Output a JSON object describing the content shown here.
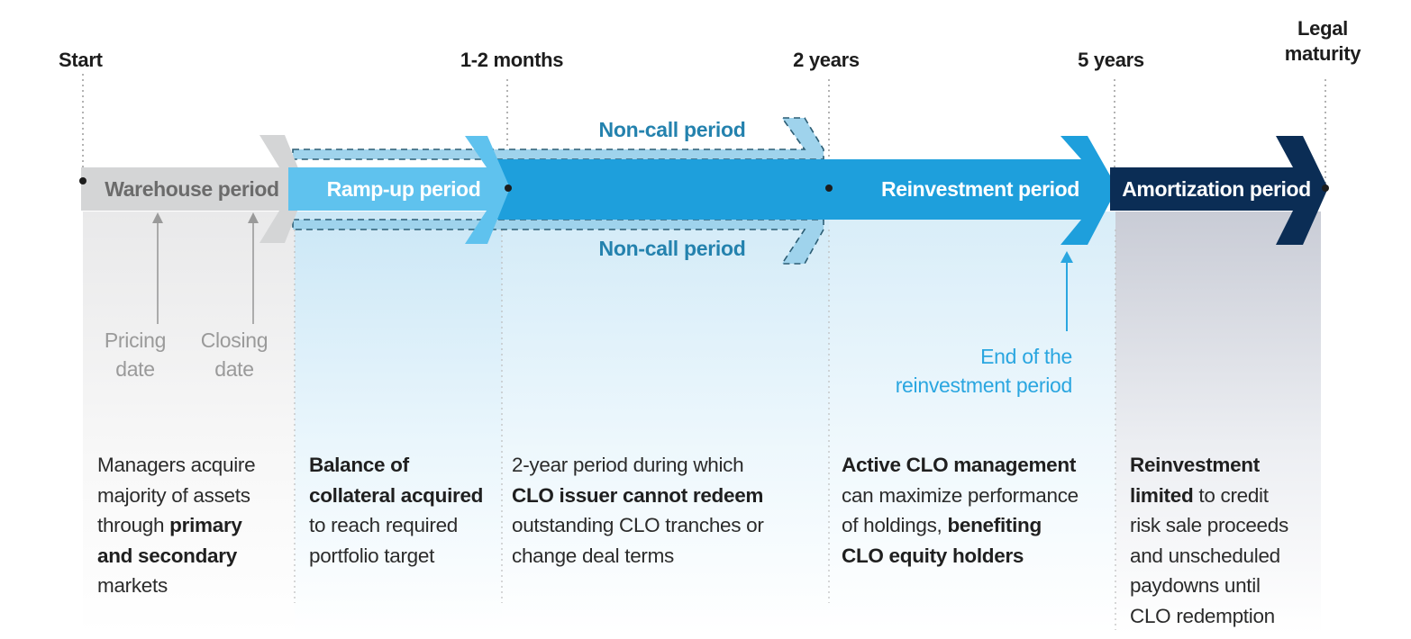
{
  "milestones": {
    "start": "Start",
    "m1": "1-2 months",
    "y2": "2 years",
    "y5": "5 years",
    "legal_line1": "Legal",
    "legal_line2": "maturity"
  },
  "stages": {
    "warehouse": "Warehouse period",
    "rampup": "Ramp-up period",
    "reinvestment": "Reinvestment period",
    "amortization": "Amortization period"
  },
  "noncall": {
    "top": "Non-call period",
    "bottom": "Non-call period"
  },
  "annotations": {
    "pricing_line1": "Pricing",
    "pricing_line2": "date",
    "closing_line1": "Closing",
    "closing_line2": "date",
    "end_reinv_line1": "End of the",
    "end_reinv_line2": "reinvestment period"
  },
  "descriptions": {
    "warehouse": {
      "l1": "Managers acquire",
      "l2": "majority of assets",
      "l3a": "through ",
      "l3b": "primary",
      "l4": "and secondary",
      "l5": "markets"
    },
    "rampup": {
      "l1": "Balance of",
      "l2": "collateral acquired",
      "l3": "to reach required",
      "l4": "portfolio target"
    },
    "noncall": {
      "l1": "2-year period during which",
      "l2": "CLO issuer cannot redeem",
      "l3": "outstanding CLO tranches or",
      "l4": "change deal terms"
    },
    "reinvestment": {
      "l1": "Active CLO management",
      "l2": "can maximize performance",
      "l3a": "of holdings, ",
      "l3b": "benefiting",
      "l4": "CLO equity holders"
    },
    "amortization": {
      "l1": "Reinvestment",
      "l2a": "limited",
      "l2b": " to credit",
      "l3": "risk sale proceeds",
      "l4": "and unscheduled",
      "l5": "paydowns until",
      "l6": "CLO redemption"
    }
  },
  "colors": {
    "warehouse": "#d4d5d6",
    "rampup": "#5fc2ee",
    "reinvestment": "#1e9fdc",
    "amortization": "#0b2d55",
    "noncall_text": "#2482ae",
    "annotation_blue": "#2aa6e0",
    "annotation_gray": "#9a9a9a"
  }
}
